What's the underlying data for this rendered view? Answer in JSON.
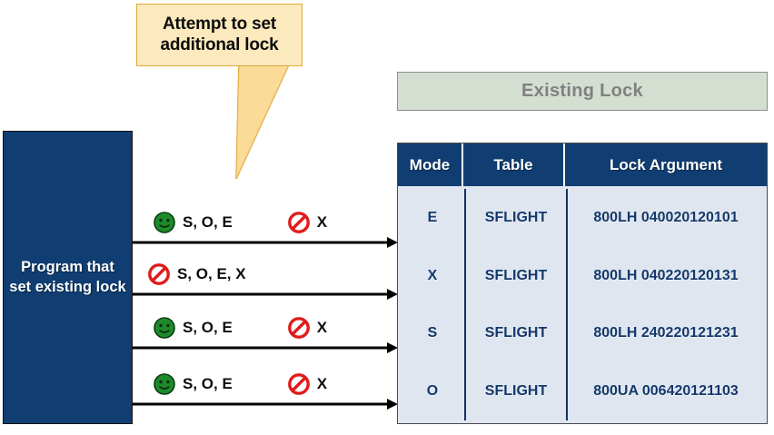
{
  "callout": {
    "text": "Attempt to set additional lock",
    "fill_color": "#fce9bd",
    "border_color": "#e0a93b"
  },
  "program_box": {
    "label": "Program that set existing lock",
    "fill_color": "#103e72",
    "text_color": "#ffffff"
  },
  "existing_lock": {
    "title": "Existing Lock",
    "fill_color": "#d4dfd2",
    "text_color": "#808080"
  },
  "flows": [
    {
      "allowed_icon": "green-smiley-icon",
      "allowed_label": "S, O, E",
      "denied_icon": "red-prohibition-icon",
      "denied_label": "X"
    },
    {
      "allowed_icon": null,
      "allowed_label": null,
      "denied_icon": "red-prohibition-icon",
      "denied_label": "S, O, E, X"
    },
    {
      "allowed_icon": "green-smiley-icon",
      "allowed_label": "S, O, E",
      "denied_icon": "red-prohibition-icon",
      "denied_label": "X"
    },
    {
      "allowed_icon": "green-smiley-icon",
      "allowed_label": "S, O, E",
      "denied_icon": "red-prohibition-icon",
      "denied_label": "X"
    }
  ],
  "lock_table": {
    "columns": [
      "Mode",
      "Table",
      "Lock Argument"
    ],
    "rows": [
      {
        "mode": "E",
        "table": "SFLIGHT",
        "lock_argument": "800LH 040020120101"
      },
      {
        "mode": "X",
        "table": "SFLIGHT",
        "lock_argument": "800LH 040220120131"
      },
      {
        "mode": "S",
        "table": "SFLIGHT",
        "lock_argument": "800LH 240220121231"
      },
      {
        "mode": "O",
        "table": "SFLIGHT",
        "lock_argument": "800UA 006420121103"
      }
    ],
    "header_color": "#103e72",
    "body_color": "#dfe6f0",
    "text_color": "#13386b"
  },
  "icons": {
    "green_smiley": {
      "face": "#1e8b2a",
      "stroke": "#0b3d12"
    },
    "red_prohibition": {
      "ring": "#e01b1b",
      "inner": "#ffffff"
    }
  }
}
